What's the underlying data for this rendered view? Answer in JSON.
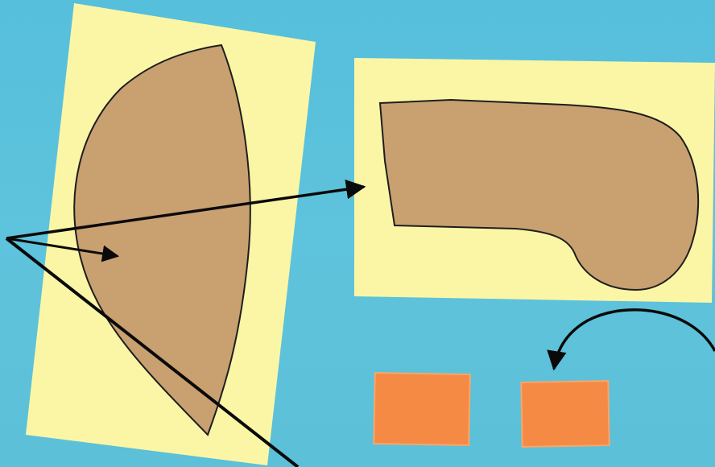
{
  "scene": {
    "description_visible_text": "",
    "colors": {
      "background": "#5cc0da",
      "paper": "#fbf6a6",
      "cutout": "#c9a070",
      "cutout_outline": "#1e1e1e",
      "arrow": "#0a0a0a",
      "orange_tile": "#f58a45",
      "orange_tile_edge": "#f8a66a"
    },
    "objects": [
      {
        "name": "left-paper-sheet",
        "kind": "paper"
      },
      {
        "name": "fan-shaped-cutout",
        "kind": "cutout"
      },
      {
        "name": "right-paper-sheet",
        "kind": "paper"
      },
      {
        "name": "boot-shaped-cutout",
        "kind": "cutout"
      },
      {
        "name": "orange-tile-left",
        "kind": "tile"
      },
      {
        "name": "orange-tile-right",
        "kind": "tile"
      },
      {
        "name": "pointer-arrows",
        "kind": "arrows"
      },
      {
        "name": "curved-arrow",
        "kind": "arrow"
      }
    ]
  }
}
